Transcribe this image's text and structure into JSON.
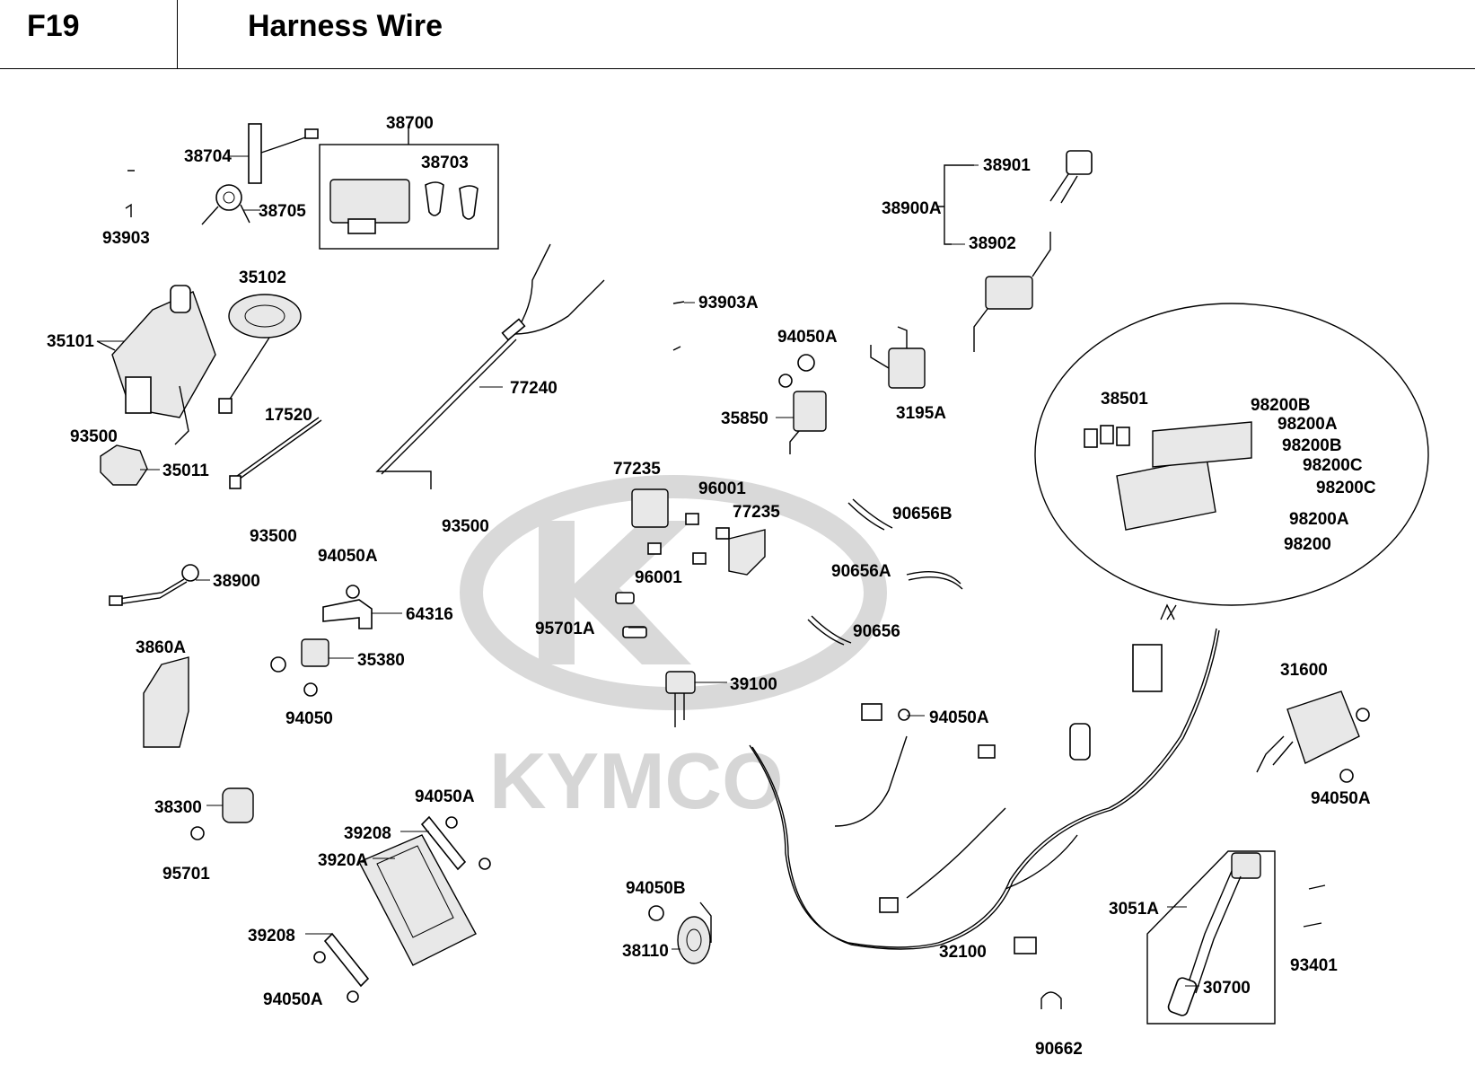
{
  "header": {
    "code": "F19",
    "title": "Harness Wire"
  },
  "watermark": {
    "brand": "KYMCO"
  },
  "part_labels": {
    "p38700": "38700",
    "p38704": "38704",
    "p38703": "38703",
    "p38705": "38705",
    "p93903": "93903",
    "p35102": "35102",
    "p35101": "35101",
    "p93500a": "93500",
    "p35011": "35011",
    "p17520": "17520",
    "p93500b": "93500",
    "p77240": "77240",
    "p93500c": "93500",
    "p93903A": "93903A",
    "p94050A_a": "94050A",
    "p35850": "35850",
    "p3195A": "3195A",
    "p38901": "38901",
    "p38900A": "38900A",
    "p38902": "38902",
    "p38501": "38501",
    "p98200B_a": "98200B",
    "p98200A_a": "98200A",
    "p98200B_b": "98200B",
    "p98200C_a": "98200C",
    "p98200C_b": "98200C",
    "p98200A_b": "98200A",
    "p98200": "98200",
    "p77235a": "77235",
    "p96001a": "96001",
    "p77235b": "77235",
    "p96001b": "96001",
    "p90656B": "90656B",
    "p90656A": "90656A",
    "p90656": "90656",
    "p38900": "38900",
    "p94050A_b": "94050A",
    "p64316": "64316",
    "p3860A": "3860A",
    "p35380": "35380",
    "p94050": "94050",
    "p95701A": "95701A",
    "p39100": "39100",
    "p94050A_c": "94050A",
    "p31600": "31600",
    "p94050A_d": "94050A",
    "p38300": "38300",
    "p95701": "95701",
    "p94050A_e": "94050A",
    "p39208a": "39208",
    "p3920A": "3920A",
    "p39208b": "39208",
    "p94050A_f": "94050A",
    "p94050B": "94050B",
    "p38110": "38110",
    "p32100": "32100",
    "p3051A": "3051A",
    "p30700": "30700",
    "p93401": "93401",
    "p90662": "90662"
  }
}
